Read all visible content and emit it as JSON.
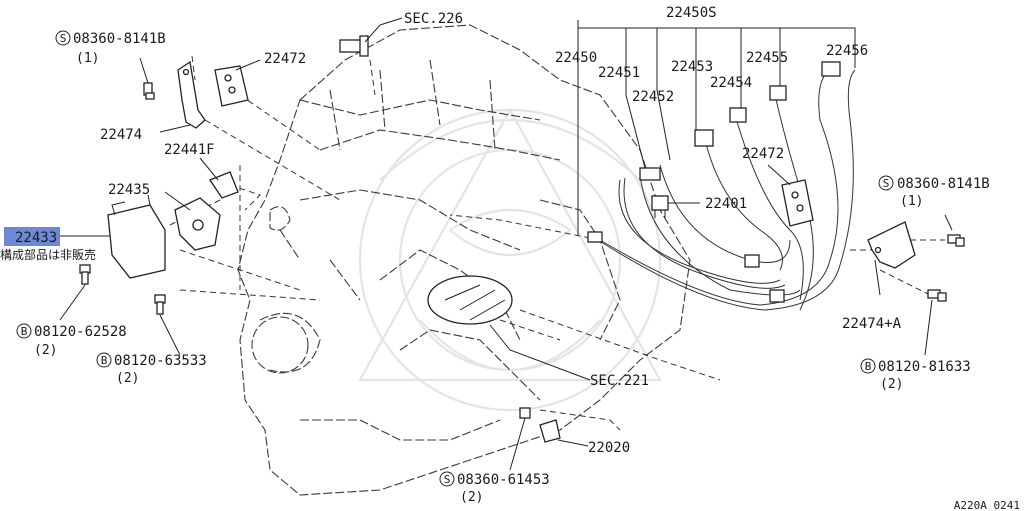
{
  "labels": {
    "sec226": "SEC.226",
    "p22450s": "22450S",
    "bolt_top_left": "08360-8141B",
    "bolt_top_left_qty": "(1)",
    "p22472_left": "22472",
    "p22474": "22474",
    "p22441f": "22441F",
    "p22435": "22435",
    "p22433": "22433",
    "not_sold_note": "構成部品は非販売",
    "bolt_62528": "08120-62528",
    "bolt_62528_qty": "(2)",
    "bolt_63533": "08120-63533",
    "bolt_63533_qty": "(2)",
    "p22450": "22450",
    "p22451": "22451",
    "p22452": "22452",
    "p22453": "22453",
    "p22454": "22454",
    "p22455": "22455",
    "p22456": "22456",
    "p22472_right": "22472",
    "p22401": "22401",
    "bolt_top_right": "08360-8141B",
    "bolt_top_right_qty": "(1)",
    "p22474a": "22474+A",
    "bolt_81633": "08120-81633",
    "bolt_81633_qty": "(2)",
    "sec221": "SEC.221",
    "p22020": "22020",
    "bolt_61453": "08360-61453",
    "bolt_61453_qty": "(2)",
    "diagram_code": "A220A 0241"
  },
  "markers": {
    "s": "S",
    "b": "B"
  },
  "colors": {
    "highlight": "#6e88d8",
    "line": "#222222"
  }
}
